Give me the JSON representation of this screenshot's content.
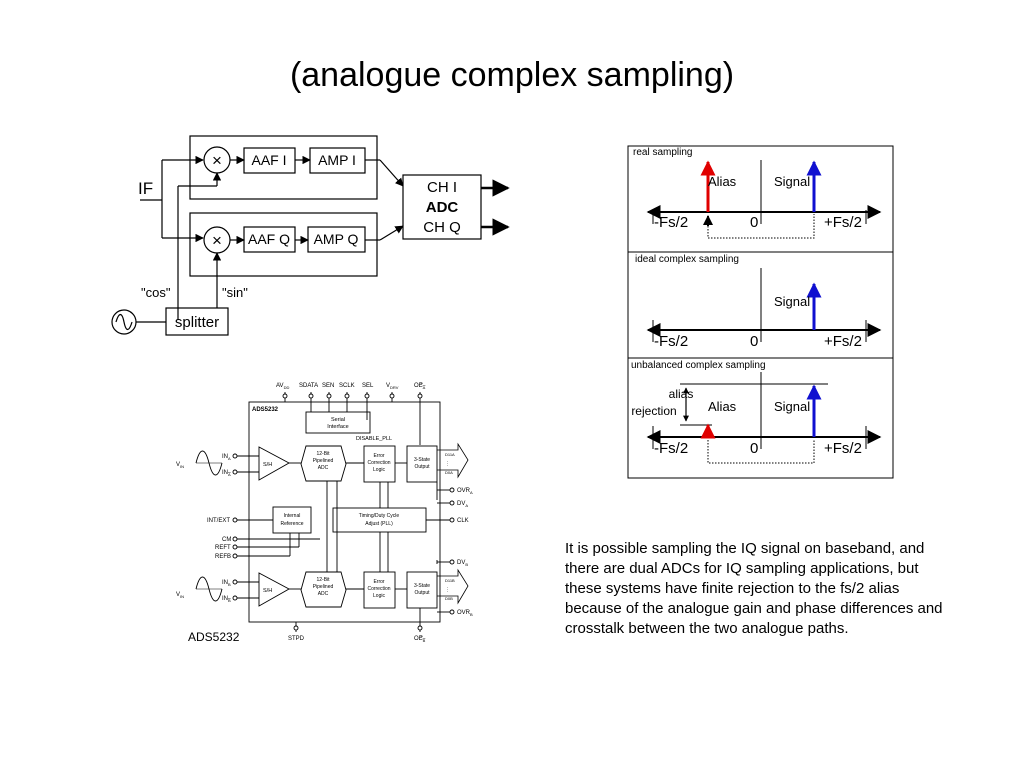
{
  "slide": {
    "title": "(analogue complex sampling)",
    "explanation": "It is possible sampling the IQ signal on baseband, and there are dual ADCs for IQ sampling applications, but these systems have finite rejection to the fs/2 alias because of the analogue gain and phase differences and crosstalk between the two analogue paths."
  },
  "block_diagram": {
    "input_label": "IF",
    "mixer_symbol": "×",
    "aaf_i": "AAF I",
    "amp_i": "AMP I",
    "aaf_q": "AAF Q",
    "amp_q": "AMP Q",
    "adc_top": "CH I",
    "adc_middle": "ADC",
    "adc_bottom": "CH Q",
    "cos_label": "\"cos\"",
    "sin_label": "\"sin\"",
    "splitter": "splitter"
  },
  "spectra": {
    "axis_left": "-Fs/2",
    "axis_zero": "0",
    "axis_right": "+Fs/2",
    "alias": "Alias",
    "signal": "Signal",
    "panel1_title": "real sampling",
    "panel2_title": "ideal complex sampling",
    "panel3_title": "unbalanced complex sampling",
    "rejection_line1": "alias",
    "rejection_line2": "rejection",
    "colors": {
      "alias": "#e00000",
      "signal": "#1010d0"
    }
  },
  "chip": {
    "caption": "ADS5232",
    "name": "ADS5232",
    "pins_top": [
      "AV",
      "SDATA",
      "SEN",
      "SCLK",
      "SEL",
      "V",
      "OE"
    ],
    "pin_top_subs": [
      "DD",
      "DRV",
      "A"
    ],
    "serial": [
      "Serial",
      "Interface"
    ],
    "disable_pll": "DISABLE_PLL",
    "sh": "S/H",
    "pipeline": [
      "12-Bit",
      "Pipelined",
      "ADC"
    ],
    "error": [
      "Error",
      "Correction",
      "Logic"
    ],
    "state": [
      "3-State",
      "Output"
    ],
    "internal_ref": [
      "Internal",
      "Reference"
    ],
    "timing": [
      "Timing/Duty Cycle",
      "Adjust (PLL)"
    ],
    "left_pins": [
      "IN",
      "IN",
      "INT/EXT",
      "CM",
      "REFT",
      "REFB",
      "IN",
      "IN"
    ],
    "right_pins": [
      "OVR",
      "DV",
      "CLK",
      "DV",
      "OVR"
    ],
    "vin": "V",
    "vin_sub": "IN",
    "bus_top": [
      "D11A",
      "D0A"
    ],
    "bus_bot": [
      "D11B",
      "D0B"
    ],
    "bottom_pins": [
      "STPD",
      "OE"
    ],
    "sub_a": "A",
    "sub_b": "B"
  }
}
